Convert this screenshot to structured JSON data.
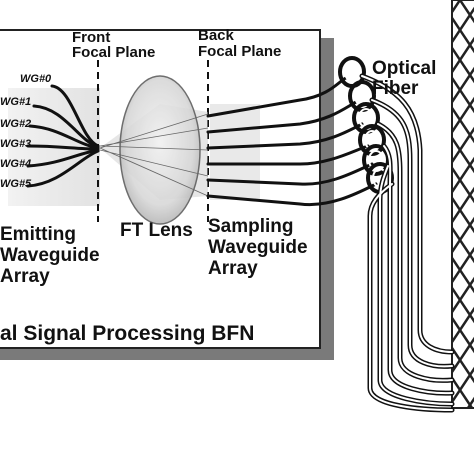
{
  "front_focal_plane": {
    "line1": "Front",
    "line2": "Focal Plane"
  },
  "back_focal_plane": {
    "line1": "Back",
    "line2": "Focal Plane"
  },
  "optical_fiber": {
    "line1": "Optical",
    "line2": "Fiber"
  },
  "waveguide_labels": [
    "WG#0",
    "WG#1",
    "WG#2",
    "WG#3",
    "WG#4",
    "WG#5"
  ],
  "emitting_array": {
    "line1": "Emitting",
    "line2": "Waveguide",
    "line3": "Array"
  },
  "ft_lens": "FT Lens",
  "sampling_array": {
    "line1": "Sampling",
    "line2": "Waveguide",
    "line3": "Array"
  },
  "panel_title": "al Signal Processing BFN"
}
